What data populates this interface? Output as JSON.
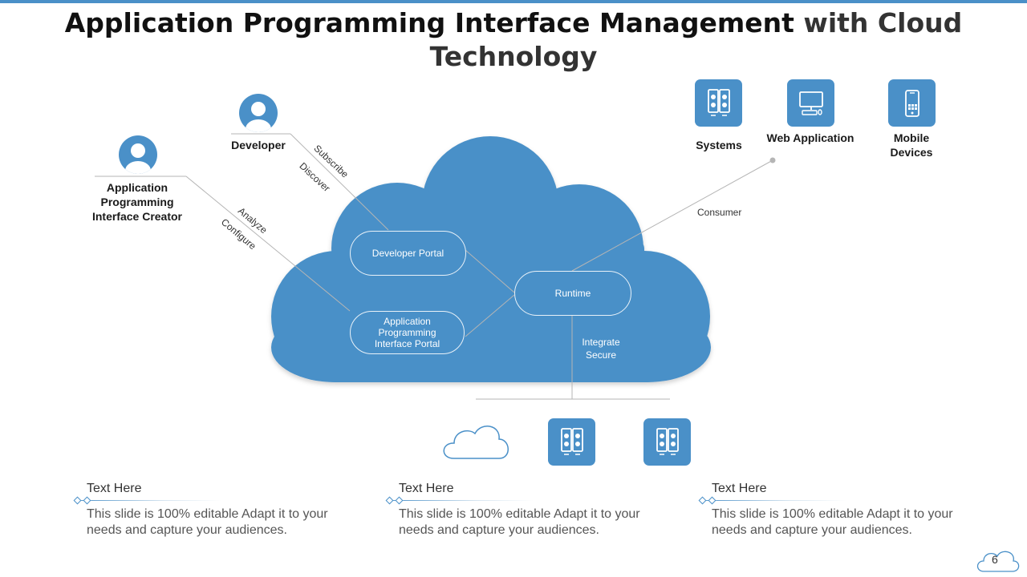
{
  "title": {
    "part1": "Application Programming Interface Management",
    "part2": " with Cloud Technology"
  },
  "people": {
    "developer": "Developer",
    "creator": "Application Programming Interface Creator"
  },
  "edge_labels": {
    "subscribe": "Subscribe",
    "discover": "Discover",
    "analyze": "Analyze",
    "configure": "Configure",
    "consumer": "Consumer",
    "integrate": "Integrate",
    "secure": "Secure"
  },
  "portals": {
    "developer_portal": "Developer Portal",
    "api_portal": "Application Programming Interface Portal",
    "runtime": "Runtime"
  },
  "consumers": {
    "systems": "Systems",
    "web_application": "Web Application",
    "mobile_devices": "Mobile Devices"
  },
  "text_boxes": [
    {
      "heading": "Text Here",
      "body": "This slide is 100% editable Adapt it to your needs and capture your audiences."
    },
    {
      "heading": "Text Here",
      "body": "This slide is 100% editable Adapt it to your needs and capture your audiences."
    },
    {
      "heading": "Text Here",
      "body": "This slide is 100% editable Adapt it to your needs and capture your audiences."
    }
  ],
  "page_number": "6",
  "colors": {
    "accent": "#4a90c8",
    "line": "#b5b5b5"
  },
  "icons": [
    "user-icon",
    "server-icon",
    "desktop-computer-icon",
    "mobile-phone-icon",
    "cloud-outline-icon"
  ]
}
